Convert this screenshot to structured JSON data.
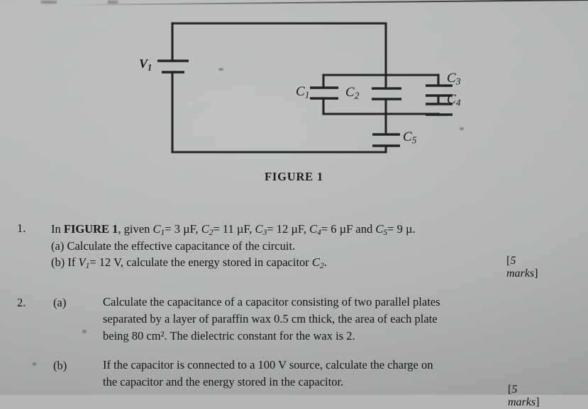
{
  "page": {
    "background_color": "#b2b5b3",
    "ink_color": "#141515",
    "figure_caption": "FIGURE 1"
  },
  "figure": {
    "caption": "FIGURE 1",
    "source_label": "V",
    "source_label_sub": "1",
    "components": [
      {
        "name": "source",
        "label": "V",
        "sub": "1",
        "orientation": "horizontal-plates",
        "branch": "left-rail"
      },
      {
        "name": "capacitor-c1",
        "label": "C",
        "sub": "1",
        "orientation": "horizontal-plates",
        "branch": "left-parallel-branch"
      },
      {
        "name": "capacitor-c2",
        "label": "C",
        "sub": "2",
        "orientation": "horizontal-plates",
        "branch": "middle-parallel-branch"
      },
      {
        "name": "capacitor-c3",
        "label": "C",
        "sub": "3",
        "orientation": "horizontal-plates",
        "branch": "right-series-branch-upper"
      },
      {
        "name": "capacitor-c4",
        "label": "C",
        "sub": "4",
        "orientation": "horizontal-plates",
        "branch": "right-series-branch-lower"
      },
      {
        "name": "capacitor-c5",
        "label": "C",
        "sub": "5",
        "orientation": "horizontal-plates",
        "branch": "bottom-series"
      }
    ]
  },
  "questions": [
    {
      "number": "1.",
      "stem": {
        "pre": "In ",
        "bold": "FIGURE 1",
        "post": ", given ",
        "values": "C₁ = 3 μF, C₂ = 11 μF, C₃ = 12 μF, C₄ = 6 μF and C₅ = 9 μ.",
        "given": [
          {
            "symbol": "C",
            "sub": "1",
            "value": "3",
            "unit": "μF"
          },
          {
            "symbol": "C",
            "sub": "2",
            "value": "11",
            "unit": "μF"
          },
          {
            "symbol": "C",
            "sub": "3",
            "value": "12",
            "unit": "μF"
          },
          {
            "symbol": "C",
            "sub": "4",
            "value": "6",
            "unit": "μF"
          },
          {
            "symbol": "C",
            "sub": "5",
            "value": "9",
            "unit": "μ"
          }
        ]
      },
      "parts": [
        {
          "label": "(a)",
          "text": "Calculate the effective capacitance of the circuit.",
          "marks": ""
        },
        {
          "label": "(b)",
          "text": "If V₁ = 12 V, calculate the energy stored in capacitor C₂.",
          "marks": "[5 marks]"
        }
      ]
    },
    {
      "number": "2.",
      "parts": [
        {
          "label": "(a)",
          "lines": [
            "Calculate the capacitance of a capacitor consisting of two parallel plates",
            "separated by a layer of paraffin wax 0.5 cm thick, the area of each plate",
            "being 80 cm². The dielectric constant for the wax is 2."
          ],
          "marks": ""
        },
        {
          "label": "(b)",
          "lines": [
            "If the capacitor is connected to a 100 V source, calculate the charge on",
            "the capacitor and the energy stored in the capacitor."
          ],
          "marks": "[5 marks]"
        }
      ]
    }
  ],
  "marks_notes": {
    "q1_marks": "[5 marks]",
    "q2_marks": "[5 marks]"
  }
}
